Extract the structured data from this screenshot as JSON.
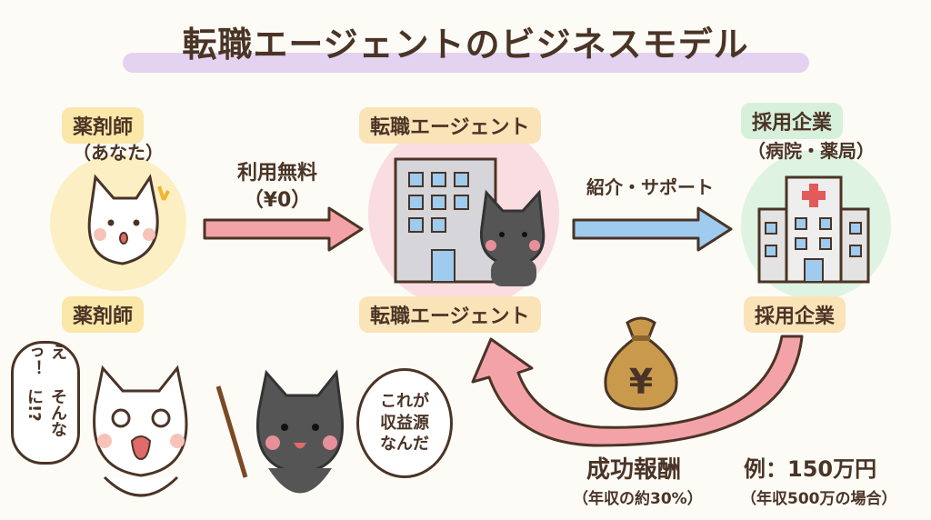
{
  "title": "転職エージェントのビジネスモデル",
  "pharmacist": {
    "label_top": "薬剤師",
    "sub": "（あなた）",
    "label_bottom": "薬剤師"
  },
  "free_arrow": {
    "label": "利用無料",
    "sub": "（¥0）"
  },
  "agent": {
    "label_top": "転職エージェント",
    "label_bottom": "転職エージェント"
  },
  "support_arrow": {
    "label": "紹介・サポート"
  },
  "company": {
    "label_top": "採用企業",
    "sub": "（病院・薬局）",
    "label_bottom": "採用企業"
  },
  "fee": {
    "title": "成功報酬",
    "sub": "（年収の約30%）",
    "yen": "¥"
  },
  "example": {
    "title": "例：150万円",
    "sub": "（年収500万の場合）"
  },
  "bubble_surprise": {
    "line1": "えっ！",
    "line2": "そんなに!?"
  },
  "bubble_explain": {
    "line1": "これが",
    "line2": "収益源",
    "line3": "なんだ"
  },
  "colors": {
    "yellow": "#fbe7a8",
    "pink": "#f7d3d6",
    "green": "#d6f0dc",
    "arrow_pink": "#f3a3a8",
    "arrow_blue": "#9fcbee",
    "text": "#4a3426",
    "highlight": "#e3d3f0"
  }
}
